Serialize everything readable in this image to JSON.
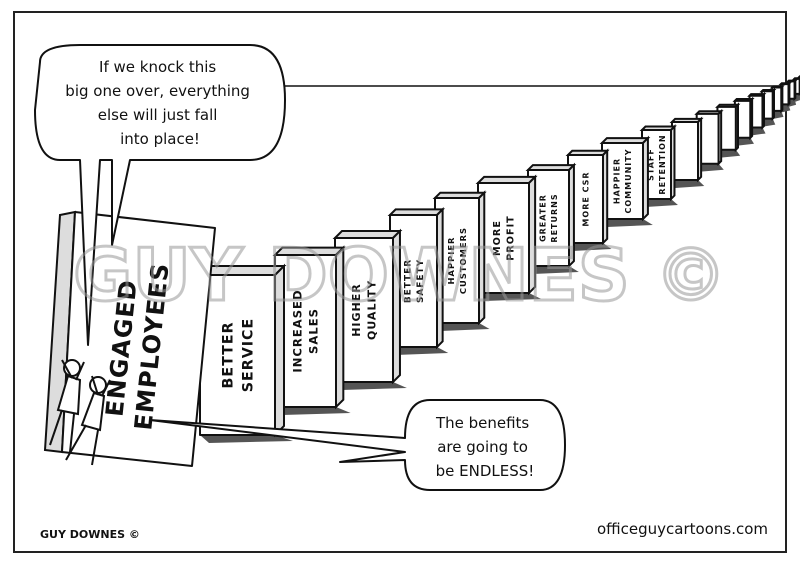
{
  "cartoon": {
    "speech_top": [
      "If we knock this",
      "big one over, everything",
      "else will just fall",
      "into place!"
    ],
    "speech_bottom": [
      "The benefits",
      "are going to",
      "be ENDLESS!"
    ],
    "big_domino": [
      "ENGAGED",
      "EMPLOYEES"
    ],
    "dominoes": [
      [
        "BETTER",
        "SERVICE"
      ],
      [
        "INCREASED",
        "SALES"
      ],
      [
        "HIGHER",
        "QUALITY"
      ],
      [
        "BETTER",
        "SAFETY"
      ],
      [
        "HAPPIER",
        "CUSTOMERS"
      ],
      [
        "MORE",
        "PROFIT"
      ],
      [
        "GREATER",
        "RETURNS"
      ],
      [
        "MORE CSR"
      ],
      [
        "HAPPIER",
        "COMMUNITY"
      ],
      [
        "STAFF",
        "RETENTION"
      ]
    ],
    "watermark": "GUY DOWNES ©",
    "signature": "GUY DOWNES ©",
    "website": "officeguycartoons.com"
  }
}
